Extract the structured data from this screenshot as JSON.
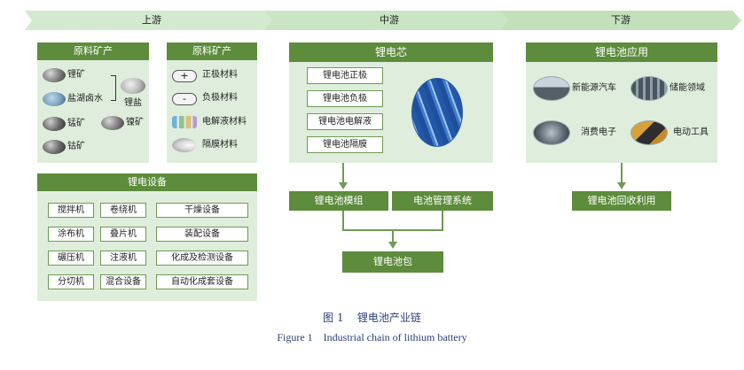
{
  "stages": {
    "upstream": "上游",
    "midstream": "中游",
    "downstream": "下游"
  },
  "upstream": {
    "raw1_title": "原料矿产",
    "raw1_items": {
      "lithium_ore": "锂矿",
      "salt_lake_brine": "盐湖卤水",
      "lithium_salt": "锂盐",
      "manganese_ore": "锰矿",
      "nickel_ore": "镍矿",
      "cobalt_ore": "钴矿"
    },
    "raw2_title": "原料矿产",
    "raw2_items": [
      {
        "symbol": "+",
        "label": "正极材料"
      },
      {
        "symbol": "-",
        "label": "负极材料"
      },
      {
        "symbol": "",
        "label": "电解液材料"
      },
      {
        "symbol": "",
        "label": "隔膜材料"
      }
    ],
    "equipment_title": "锂电设备",
    "equipment": [
      "搅拌机",
      "卷绕机",
      "干燥设备",
      "涂布机",
      "叠片机",
      "装配设备",
      "碾压机",
      "注液机",
      "化成及检测设备",
      "分切机",
      "混合设备",
      "自动化成套设备"
    ]
  },
  "midstream": {
    "cell_title": "锂电芯",
    "cell_items": [
      "锂电池正极",
      "锂电池负极",
      "锂电池电解液",
      "锂电池隔膜"
    ],
    "module": "锂电池模组",
    "bms": "电池管理系统",
    "pack": "锂电池包"
  },
  "downstream": {
    "app_title": "锂电池应用",
    "apps": [
      "新能源汽车",
      "储能领域",
      "消费电子",
      "电动工具"
    ],
    "recycle": "锂电池回收利用"
  },
  "caption": {
    "zh": "图 1    锂电池产业链",
    "en": "Figure 1    Industrial chain of lithium battery"
  },
  "colors": {
    "header_green": "#5d8c3c",
    "panel_green": "#dfeedc",
    "arrow_green": "#c8e3c0",
    "caption_blue": "#2a3f7a"
  }
}
